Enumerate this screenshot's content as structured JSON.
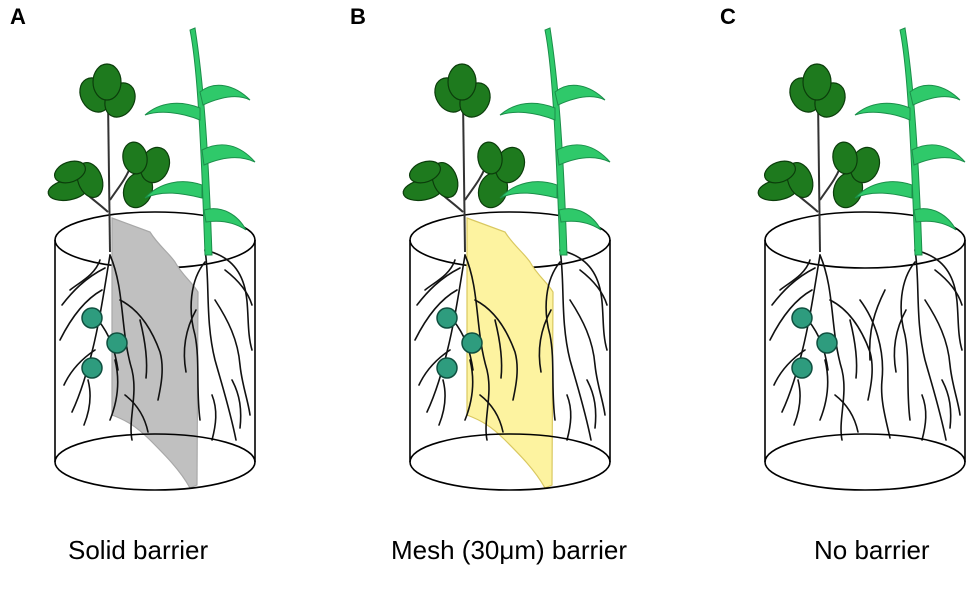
{
  "panels": [
    {
      "letter": "A",
      "caption": "Solid barrier",
      "barrier_fill": "#c0c0c0",
      "barrier_stroke": "#a8a8a8"
    },
    {
      "letter": "B",
      "caption": "Mesh (30μm) barrier",
      "barrier_fill": "#fdf3a0",
      "barrier_stroke": "#d9c860"
    },
    {
      "letter": "C",
      "caption": "No barrier",
      "barrier_fill": "",
      "barrier_stroke": ""
    }
  ],
  "colors": {
    "legume_leaf": "#1e7a1e",
    "grass_leaf": "#2fc96a",
    "nodule": "#2e9c7e",
    "root": "#111111"
  }
}
